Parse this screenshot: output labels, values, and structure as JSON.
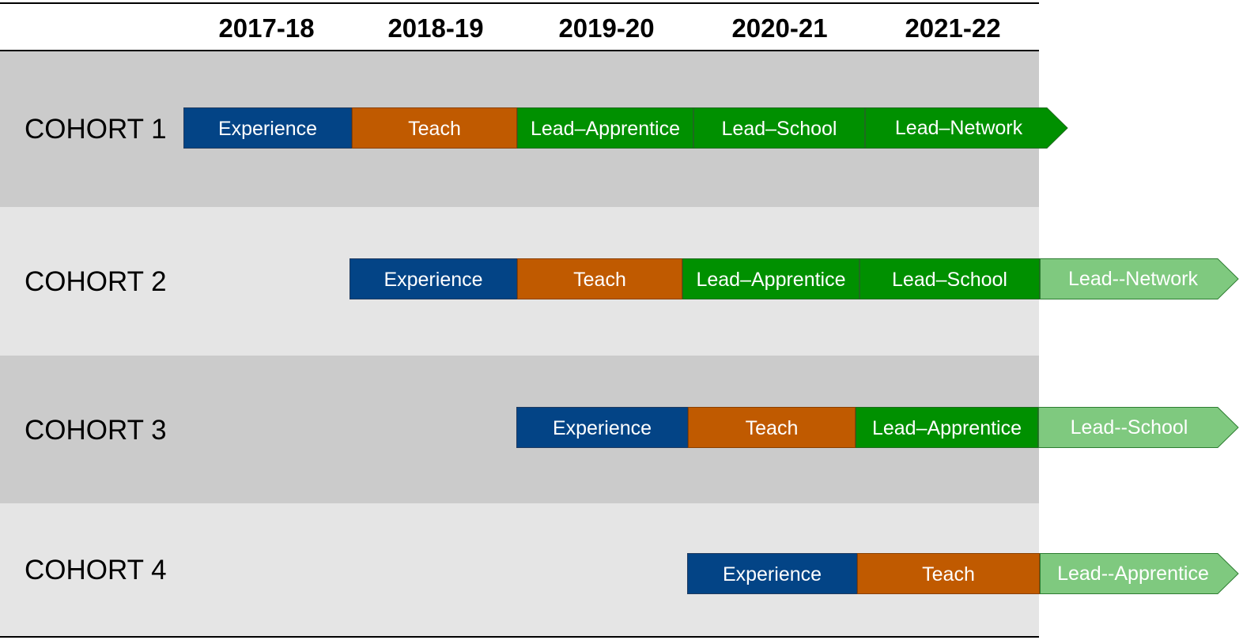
{
  "years": [
    "2017-18",
    "2018-19",
    "2019-20",
    "2020-21",
    "2021-22"
  ],
  "colors": {
    "band_dark": "#cbcbcb",
    "band_light": "#e5e5e5",
    "experience": "#034486",
    "teach": "#c05a00",
    "lead": "#009000",
    "lead_future": "#7fc97f"
  },
  "cohorts": [
    {
      "label": "COHORT 1",
      "segments": [
        {
          "label": "Experience",
          "kind": "experience"
        },
        {
          "label": "Teach",
          "kind": "teach"
        },
        {
          "label": "Lead–Apprentice",
          "kind": "lead"
        },
        {
          "label": "Lead–School",
          "kind": "lead"
        },
        {
          "label": "Lead–Network",
          "kind": "lead"
        }
      ]
    },
    {
      "label": "COHORT 2",
      "segments": [
        {
          "label": "Experience",
          "kind": "experience"
        },
        {
          "label": "Teach",
          "kind": "teach"
        },
        {
          "label": "Lead–Apprentice",
          "kind": "lead"
        },
        {
          "label": "Lead–School",
          "kind": "lead"
        },
        {
          "label": "Lead--Network",
          "kind": "lead_future"
        }
      ]
    },
    {
      "label": "COHORT 3",
      "segments": [
        {
          "label": "Experience",
          "kind": "experience"
        },
        {
          "label": "Teach",
          "kind": "teach"
        },
        {
          "label": "Lead–Apprentice",
          "kind": "lead"
        },
        {
          "label": "Lead--School",
          "kind": "lead_future"
        }
      ]
    },
    {
      "label": "COHORT 4",
      "segments": [
        {
          "label": "Experience",
          "kind": "experience"
        },
        {
          "label": "Teach",
          "kind": "teach"
        },
        {
          "label": "Lead--Apprentice",
          "kind": "lead_future"
        }
      ]
    }
  ]
}
